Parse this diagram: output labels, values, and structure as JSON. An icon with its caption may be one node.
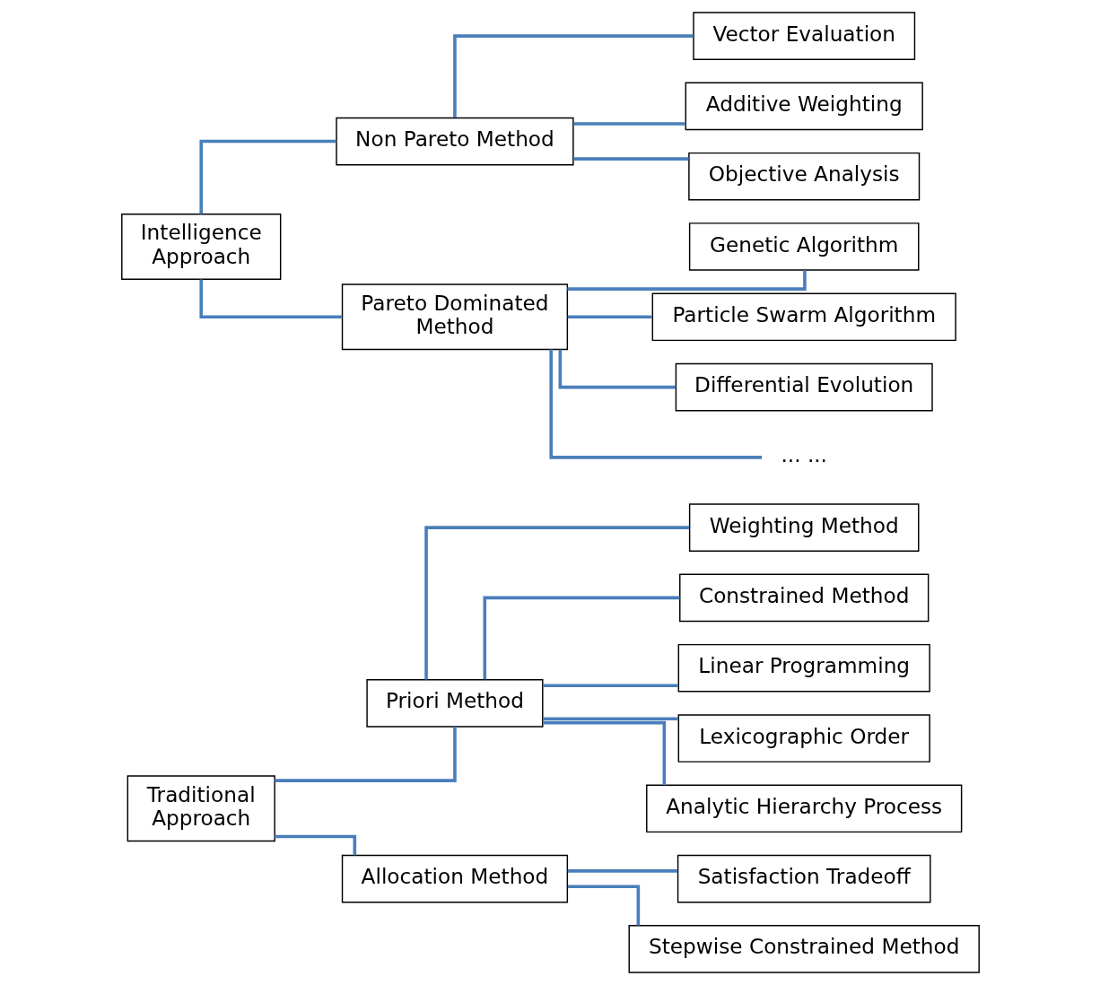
{
  "diagram": {
    "nodes": [
      {
        "text": [
          "Traditional Approach"
        ]
      },
      {
        "text": [
          "Priori Method"
        ]
      },
      {
        "text": [
          "Allocation Method"
        ]
      },
      {
        "text": [
          "Weighting Method"
        ]
      },
      {
        "text": [
          "Constrained Method"
        ]
      },
      {
        "text": [
          "Linear Programming"
        ]
      },
      {
        "text": [
          "Lexicographic Order"
        ]
      },
      {
        "text": [
          "Analytic Hierarchy Process"
        ]
      },
      {
        "text": [
          "Satisfaction Tradeoff"
        ]
      },
      {
        "text": [
          "Stepwise Constrained Method"
        ]
      },
      {
        "text": [
          "Intelligence Approach"
        ]
      },
      {
        "text": [
          "Non Pareto Method"
        ]
      },
      {
        "text": [
          "Pareto Dominated Method"
        ]
      },
      {
        "text": [
          "Vector Evaluation"
        ]
      },
      {
        "text": [
          "Additive Weighting"
        ]
      },
      {
        "text": [
          "Objective Analysis"
        ]
      },
      {
        "text": [
          "Genetic Algorithm"
        ]
      },
      {
        "text": [
          "Particle Swarm Algorithm"
        ]
      },
      {
        "text": [
          "Differential Evolution"
        ]
      },
      {
        "text": [
          "... ..."
        ]
      }
    ],
    "edges": [
      {
        "from": 0,
        "to": 1,
        "arrow": "none"
      },
      {
        "from": 0,
        "to": 2,
        "arrow": "none"
      },
      {
        "from": 1,
        "to": 3,
        "arrow": "none"
      },
      {
        "from": 1,
        "to": 4,
        "arrow": "none"
      },
      {
        "from": 1,
        "to": 5,
        "arrow": "none"
      },
      {
        "from": 1,
        "to": 6,
        "arrow": "none"
      },
      {
        "from": 1,
        "to": 7,
        "arrow": "none"
      },
      {
        "from": 2,
        "to": 8,
        "arrow": "none"
      },
      {
        "from": 2,
        "to": 9,
        "arrow": "none"
      },
      {
        "from": 10,
        "to": 11,
        "arrow": "none"
      },
      {
        "from": 10,
        "to": 12,
        "arrow": "none"
      },
      {
        "from": 11,
        "to": 13,
        "arrow": "none"
      },
      {
        "from": 11,
        "to": 14,
        "arrow": "none"
      },
      {
        "from": 11,
        "to": 15,
        "arrow": "none"
      },
      {
        "from": 12,
        "to": 16,
        "arrow": "none"
      },
      {
        "from": 12,
        "to": 17,
        "arrow": "none"
      },
      {
        "from": 12,
        "to": 18,
        "arrow": "none"
      },
      {
        "from": 12,
        "to": 19,
        "arrow": "none"
      }
    ]
  }
}
